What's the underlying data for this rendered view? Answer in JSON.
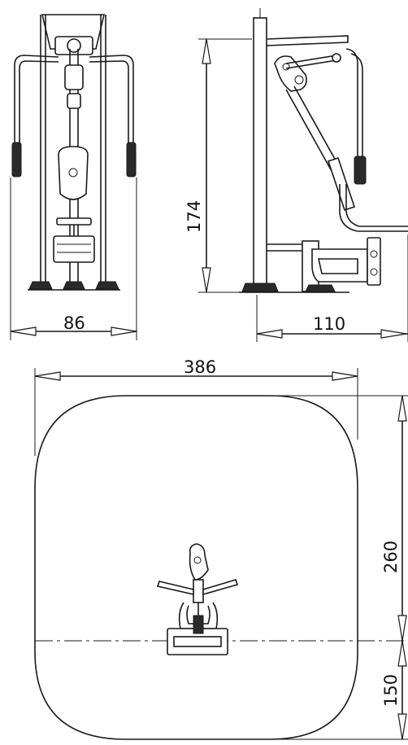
{
  "dimensions": {
    "front_width": "86",
    "side_height": "174",
    "side_depth": "110",
    "plan_width": "386",
    "plan_depth_front": "260",
    "plan_depth_back": "150"
  }
}
